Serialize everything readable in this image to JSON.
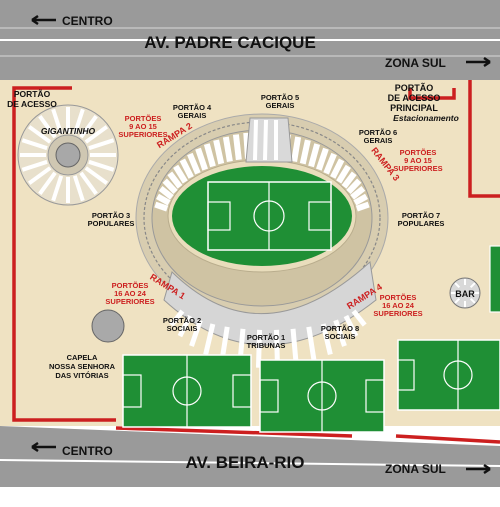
{
  "colors": {
    "road": "#9a9a9a",
    "lane": "#ffffff",
    "ground": "#efe2c2",
    "field": "#1f8f35",
    "stadium_ring": "#d8cdb0",
    "wall": "#cc1f1f",
    "text": "#111111",
    "accent": "#cc1f1f"
  },
  "roads": {
    "top": {
      "name": "AV. PADRE CACIQUE",
      "left_direction": "CENTRO",
      "right_direction": "ZONA SUL"
    },
    "bottom": {
      "name": "AV. BEIRA-RIO",
      "left_direction": "CENTRO",
      "right_direction": "ZONA SUL"
    }
  },
  "places": {
    "gigantinho": "GIGANTINHO",
    "portao_acesso_left": [
      "PORTÃO",
      "DE ACESSO"
    ],
    "portao_acesso_principal": [
      "PORTÃO",
      "DE ACESSO",
      "PRINCIPAL"
    ],
    "estacionamento": "Estacionamento",
    "capela": [
      "CAPELA",
      "NOSSA SENHORA",
      "DAS VITÓRIAS"
    ],
    "bar": "BAR"
  },
  "gates": {
    "portao1": [
      "PORTÃO 1",
      "TRIBUNAS"
    ],
    "portao2": [
      "PORTÃO 2",
      "SOCIAIS"
    ],
    "portao3": [
      "PORTÃO 3",
      "POPULARES"
    ],
    "portao4": [
      "PORTÃO 4",
      "GERAIS"
    ],
    "portao5": [
      "PORTÃO 5",
      "GERAIS"
    ],
    "portao6": [
      "PORTÃO 6",
      "GERAIS"
    ],
    "portao7": [
      "PORTÃO 7",
      "POPULARES"
    ],
    "portao8": [
      "PORTÃO 8",
      "SOCIAIS"
    ]
  },
  "ramps": {
    "rampa1": "RAMPA 1",
    "rampa2": "RAMPA 2",
    "rampa3": "RAMPA 3",
    "rampa4": "RAMPA 4"
  },
  "superior_gates": {
    "top_left": [
      "PORTÕES",
      "9 AO 15",
      "SUPERIORES"
    ],
    "top_right": [
      "PORTÕES",
      "9 AO 15",
      "SUPERIORES"
    ],
    "bottom_left": [
      "PORTÕES",
      "16 AO 24",
      "SUPERIORES"
    ],
    "bottom_right": [
      "PORTÕES",
      "16 AO 24",
      "SUPERIORES"
    ]
  }
}
